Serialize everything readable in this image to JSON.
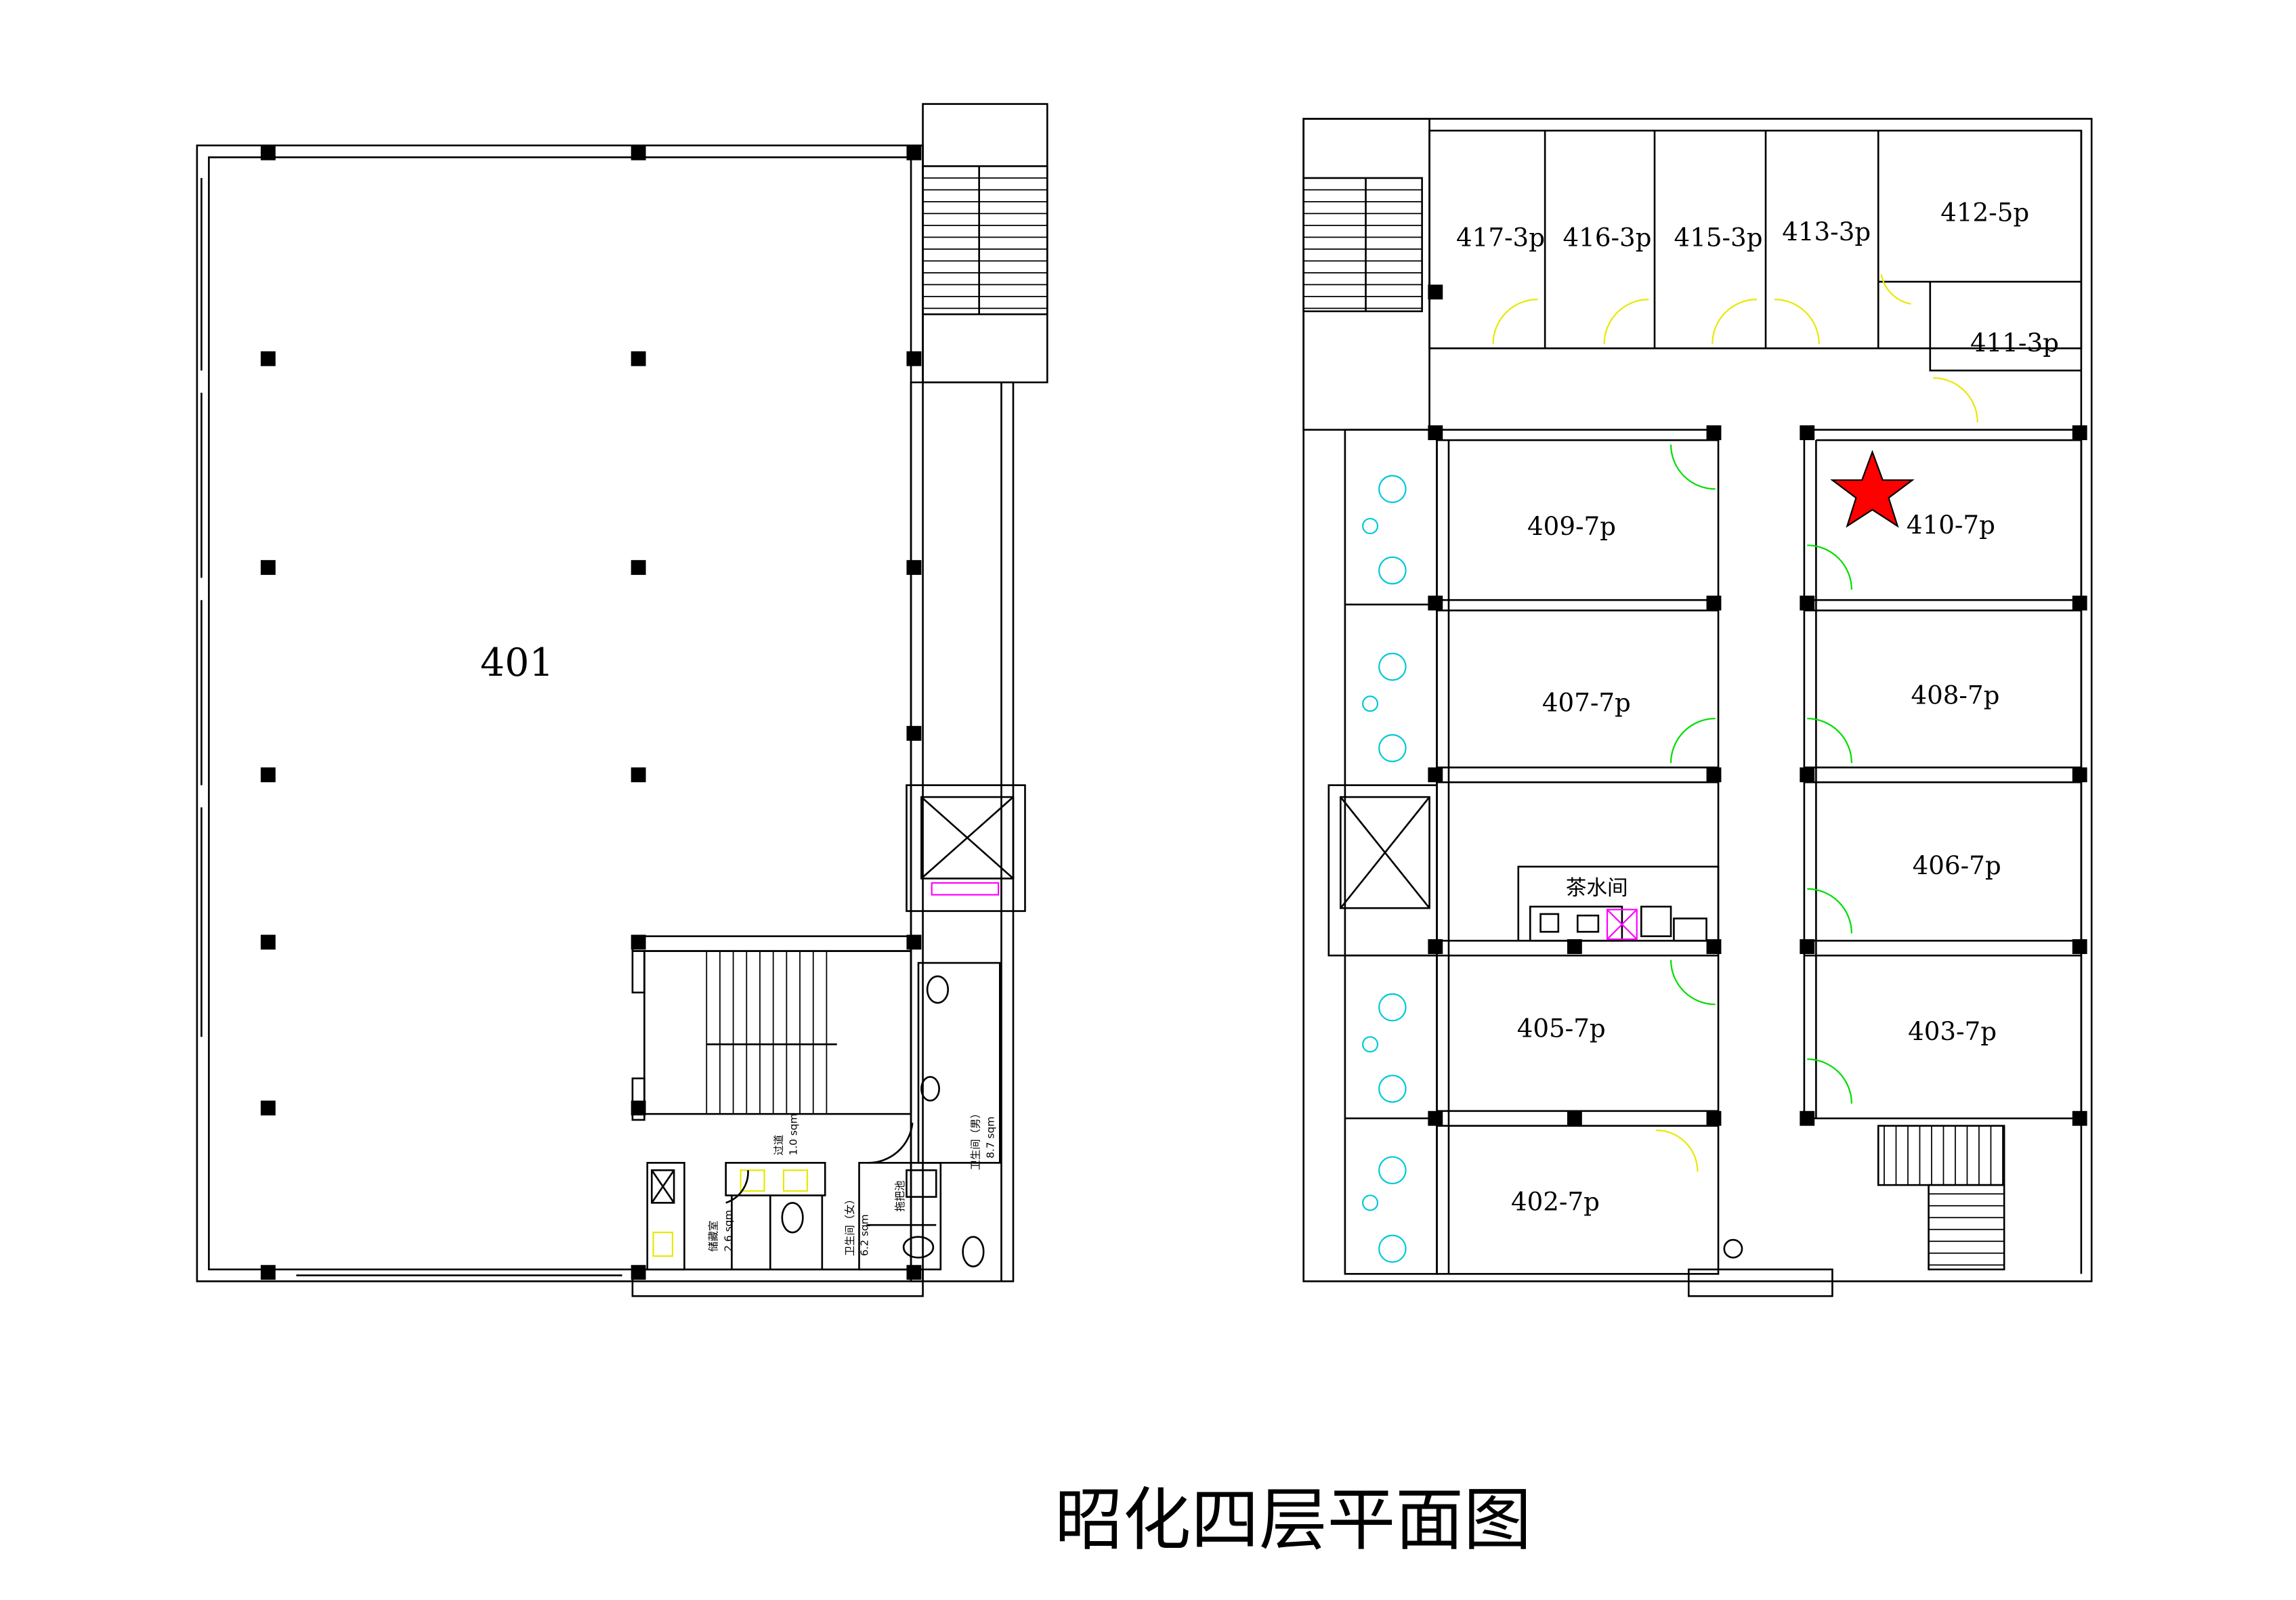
{
  "title": "昭化四层平面图",
  "left_plan": {
    "main_room": "401",
    "corridor": "过道",
    "corridor_area": "1.0 sqm",
    "storage": "储藏室",
    "storage_area": "2.6 sqm",
    "wc_female": "卫生间（女）",
    "wc_female_area": "6.2 sqm",
    "mop_sink": "拖把池",
    "wc_male": "卫生间（男）",
    "wc_male_area": "8.7 sqm"
  },
  "right_plan": {
    "rooms": [
      "417-3p",
      "416-3p",
      "415-3p",
      "413-3p",
      "412-5p",
      "411-3p",
      "409-7p",
      "410-7p",
      "407-7p",
      "408-7p",
      "406-7p",
      "405-7p",
      "403-7p",
      "402-7p"
    ],
    "tea_room": "茶水间",
    "marker": "current-location-star",
    "marker_color": "#ff0000"
  }
}
